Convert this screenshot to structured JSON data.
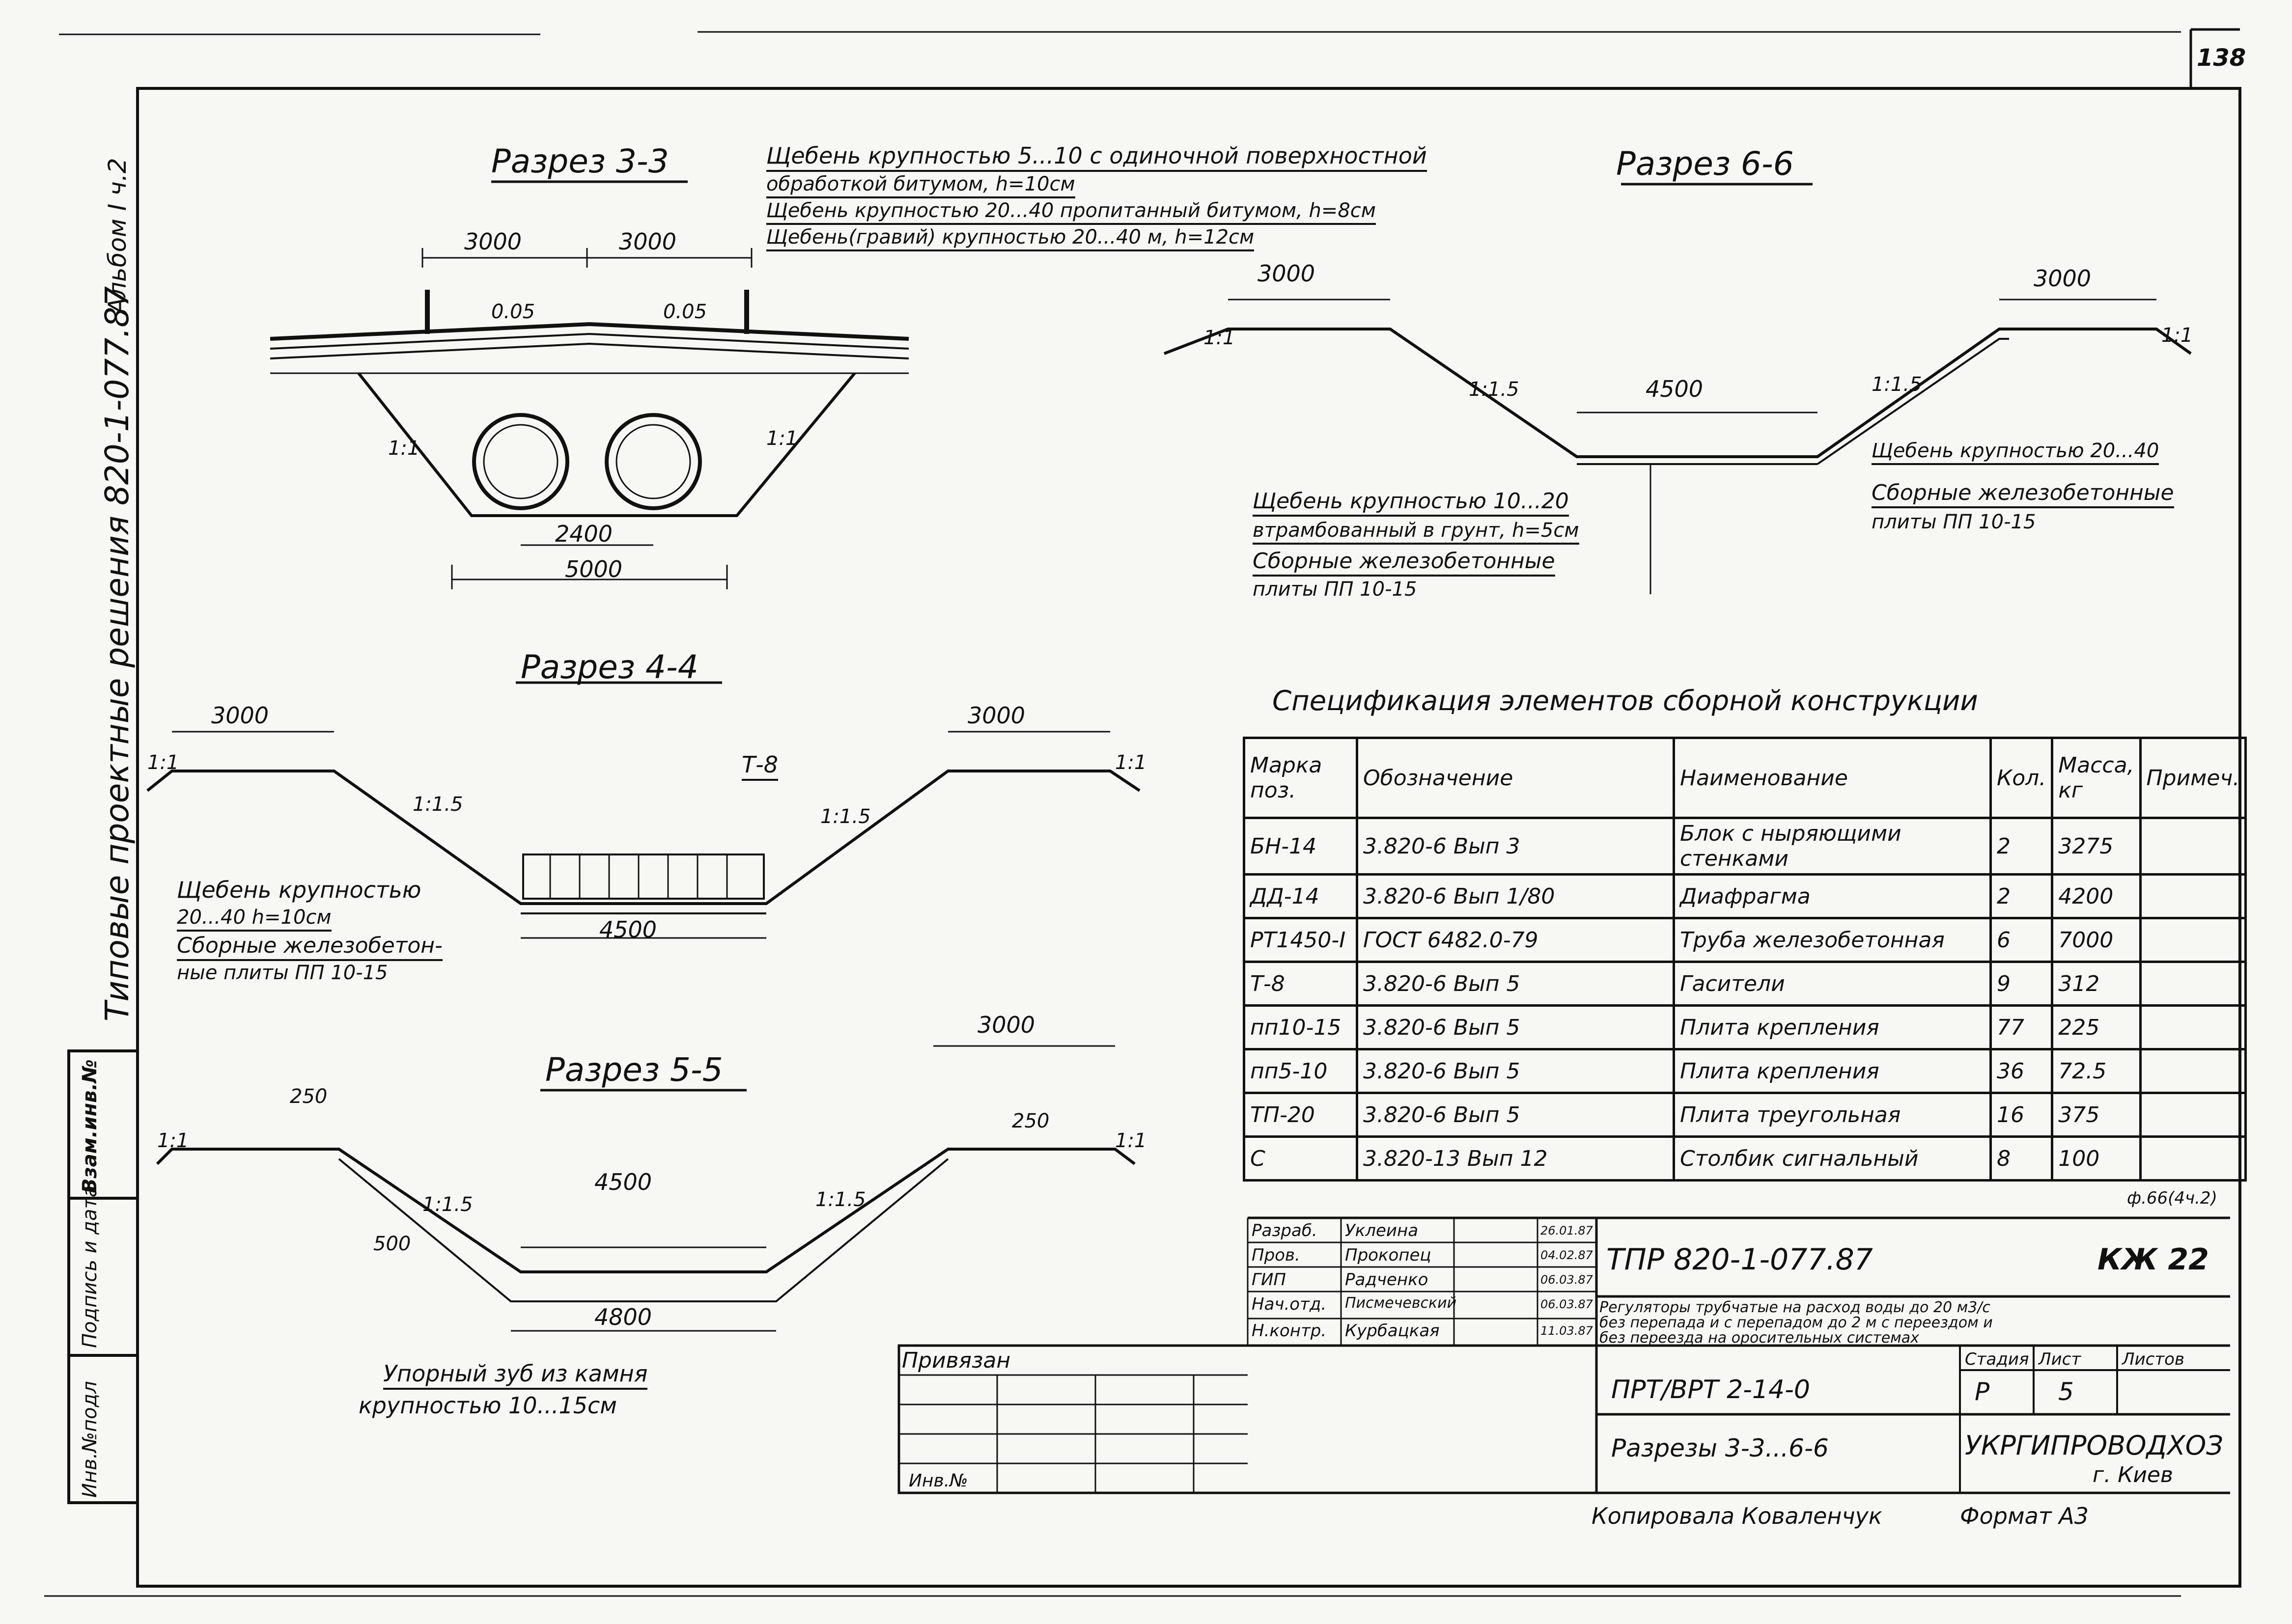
{
  "sheet_number": "138",
  "side_album": "Альбом I ч.2",
  "side_series": "Типовые проектные решения 820-1-077.87",
  "side_stamps": [
    "Взам.инв.№",
    "Подпись и дата",
    "Инв.№подл"
  ],
  "section_3_3": {
    "title": "Разрез 3-3",
    "dims": [
      "3000",
      "3000",
      "0.05",
      "0.05",
      "1:1",
      "1:1",
      "2400",
      "5000"
    ],
    "notes": [
      "Щебень крупностью 5...10  с одиночной поверхностной",
      "обработкой битумом, h=10см",
      "Щебень крупностью 20...40   пропитанный битумом, h=8см",
      "Щебень(гравий) крупностью 20...40  м, h=12см"
    ]
  },
  "section_6_6": {
    "title": "Разрез 6-6",
    "dims": [
      "3000",
      "3000",
      "4500",
      "1:1.5",
      "1:1.5",
      "1:1",
      "1:1"
    ],
    "notes_left": [
      "Щебень крупностью 10...20",
      "втрамбованный в грунт, h=5см",
      "Сборные железобетонные",
      "плиты ПП 10-15"
    ],
    "notes_right": [
      "Щебень крупностью 20...40",
      "Сборные железобетонные",
      "плиты ПП 10-15"
    ]
  },
  "section_4_4": {
    "title": "Разрез 4-4",
    "dims": [
      "3000",
      "3000",
      "4500",
      "1:1.5",
      "1:1.5",
      "1:1",
      "1:1"
    ],
    "label_t8": "Т-8",
    "notes": [
      "Щебень крупностью",
      "20...40     h=10см",
      "Сборные железобетон-",
      "ные плиты ПП 10-15"
    ]
  },
  "section_5_5": {
    "title": "Разрез 5-5",
    "dims": [
      "3000",
      "4500",
      "4800",
      "500",
      "250",
      "250",
      "1:1.5",
      "1:1.5",
      "1:1",
      "1:1"
    ],
    "notes": [
      "Упорный зуб из камня",
      "крупностью 10...15см"
    ]
  },
  "spec": {
    "title": "Спецификация  элементов сборной конструкции",
    "headers": [
      "Марка поз.",
      "Обозначение",
      "Наименование",
      "Кол.",
      "Масса, кг",
      "Примеч."
    ],
    "rows": [
      [
        "БН-14",
        "3.820-6 Вып 3",
        "Блок с ныряющими стенками",
        "2",
        "3275",
        ""
      ],
      [
        "ДД-14",
        "3.820-6 Вып 1/80",
        "Диафрагма",
        "2",
        "4200",
        ""
      ],
      [
        "РТ1450-I",
        "ГОСТ 6482.0-79",
        "Труба железобетонная",
        "6",
        "7000",
        ""
      ],
      [
        "Т-8",
        "3.820-6  Вып 5",
        "Гасители",
        "9",
        "312",
        ""
      ],
      [
        "пп10-15",
        "3.820-6  Вып 5",
        "Плита крепления",
        "77",
        "225",
        ""
      ],
      [
        "пп5-10",
        "3.820-6  Вып 5",
        "Плита крепления",
        "36",
        "72.5",
        ""
      ],
      [
        "ТП-20",
        "3.820-6  Вып 5",
        "Плита треугольная",
        "16",
        "375",
        ""
      ],
      [
        "С",
        "3.820-13 Вып 12",
        "Столбик сигнальный",
        "8",
        "100",
        ""
      ]
    ]
  },
  "title_block": {
    "roles": [
      "Разраб.",
      "Пров.",
      "ГИП",
      "Нач.отд.",
      "Н.контр."
    ],
    "names": [
      "Уклеина",
      "Прокопец",
      "Радченко",
      "Писмечевский",
      "Курбацкая"
    ],
    "dates": [
      "26.01.87",
      "04.02.87",
      "06.03.87",
      "06.03.87",
      "11.03.87"
    ],
    "doc_code": "ТПР  820-1-077.87",
    "sheet_code": "КЖ 22",
    "description": [
      "Регуляторы трубчатые на расход воды до 20 м3/с",
      "без перепада и с перепадом до 2 м с переездом и",
      "без переезда на оросительных системах"
    ],
    "stage_label": "Стадия",
    "sheet_label": "Лист",
    "sheets_label": "Листов",
    "stage": "Р",
    "sheet": "5",
    "sheets": "",
    "mark": "ПРТ/ВРТ 2-14-0",
    "sheet_title": "Разрезы 3-3...6-6",
    "org": "УКРГИПРОВОДХОЗ",
    "city": "г. Киев",
    "tied": "Привязан",
    "inv": "Инв.№",
    "copied": "Копировала Коваленчук",
    "format": "Формат  А3",
    "corner_mark": "ф.66(4ч.2)"
  }
}
